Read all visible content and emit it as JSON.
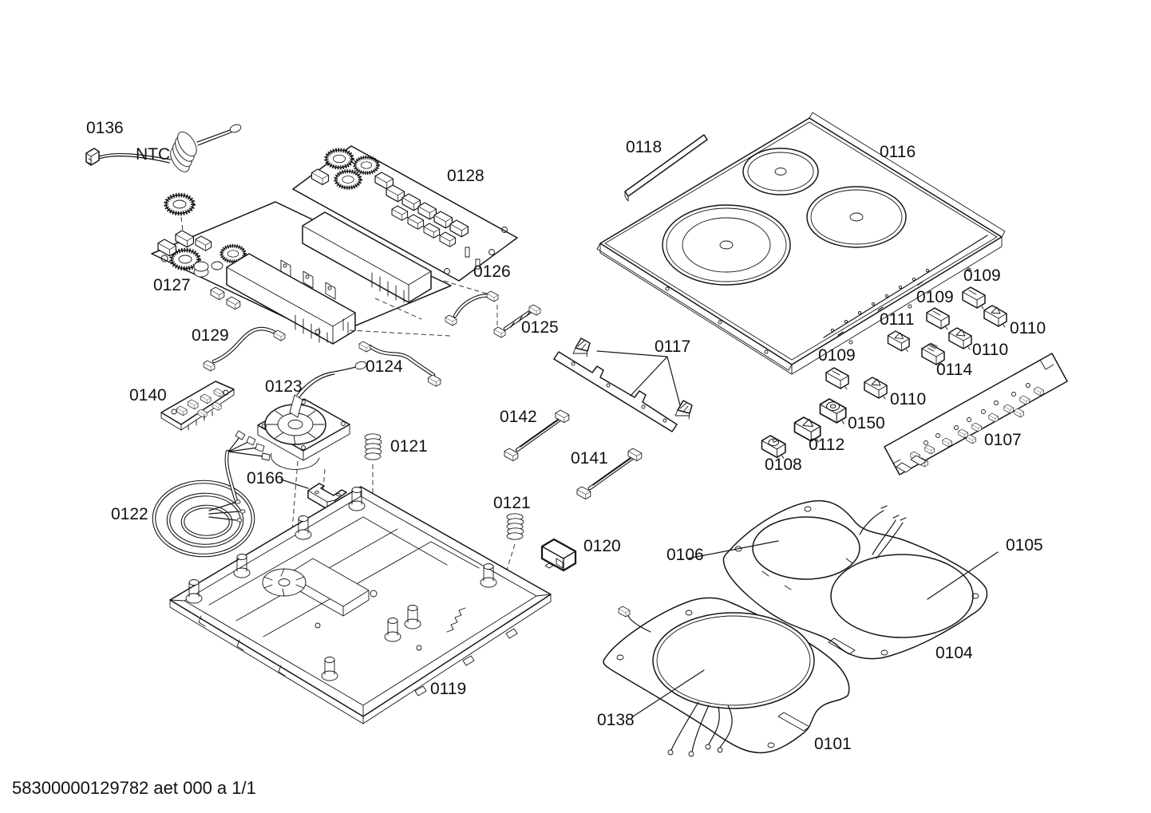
{
  "doc": {
    "footer": "58300000129782 aet 000 a 1/1",
    "line_color": "#161616",
    "background": "#ffffff"
  },
  "labels": {
    "l0136": "0136",
    "ntc": "NTC",
    "l0128": "0128",
    "l0127": "0127",
    "l0126": "0126",
    "l0125": "0125",
    "l0129": "0129",
    "l0124": "0124",
    "l0140": "0140",
    "l0123": "0123",
    "l0121a": "0121",
    "l0121b": "0121",
    "l0166": "0166",
    "l0122": "0122",
    "l0120": "0120",
    "l0142": "0142",
    "l0141": "0141",
    "l0117": "0117",
    "l0118": "0118",
    "l0116": "0116",
    "l0109a": "0109",
    "l0109b": "0109",
    "l0109c": "0109",
    "l0110a": "0110",
    "l0110b": "0110",
    "l0110c": "0110",
    "l0111": "0111",
    "l0114": "0114",
    "l0150": "0150",
    "l0112": "0112",
    "l0108": "0108",
    "l0107": "0107",
    "l0106": "0106",
    "l0105": "0105",
    "l0104": "0104",
    "l0138": "0138",
    "l0101": "0101",
    "l0119": "0119"
  }
}
